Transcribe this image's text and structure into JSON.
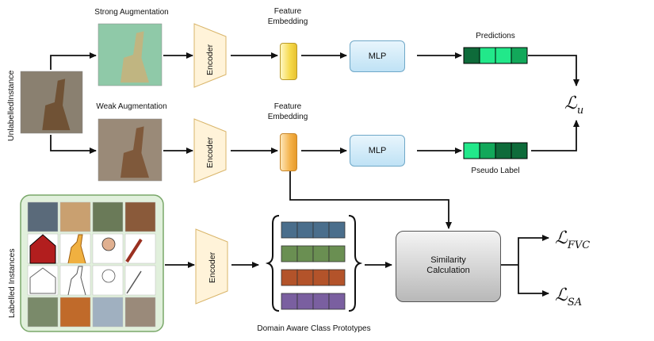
{
  "labels": {
    "strong_aug": "Strong Augmentation",
    "weak_aug": "Weak Augmentation",
    "feature_embedding_1": "Feature\nEmbedding",
    "feature_embedding_2": "Feature\nEmbedding",
    "predictions": "Predictions",
    "pseudo_label": "Pseudo Label",
    "unlabelled_instance": "UnlabelledInstance",
    "labelled_instances": "Labelled Instances",
    "prototypes": "Domain Aware Class Prototypes",
    "encoder": "Encoder",
    "mlp": "MLP",
    "similarity": "Similarity\nCalculation"
  },
  "losses": {
    "lu": {
      "base": "ℒ",
      "sub": "u"
    },
    "lfvc": {
      "base": "ℒ",
      "sub": "FVC"
    },
    "lsa": {
      "base": "ℒ",
      "sub": "SA"
    }
  },
  "colors": {
    "prediction_cells": [
      "#0e6b3a",
      "#22e88a",
      "#22e88a",
      "#12a85a"
    ],
    "pseudo_cells": [
      "#22e88a",
      "#12a85a",
      "#0e6b3a",
      "#0e6b3a"
    ],
    "prototype_rows": [
      "#4a6e8c",
      "#6a8f52",
      "#b3532a",
      "#7a5fa0"
    ],
    "labelled_panel_bg": "#e1f0dc",
    "labelled_panel_border": "#7aa86a",
    "encoder_fill": "#fff3d9",
    "encoder_stroke": "#d9b56a"
  }
}
